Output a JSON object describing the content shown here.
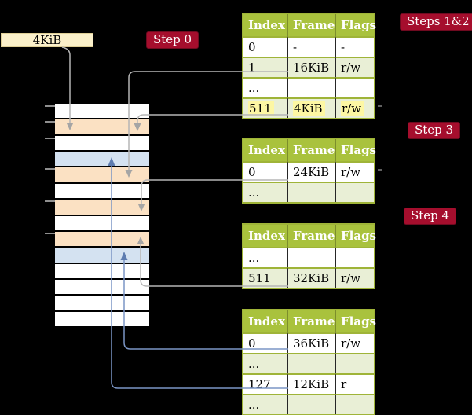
{
  "frame_size_label": "4KiB",
  "badges": {
    "step0": "Step 0",
    "steps_1_2": "Steps 1&2",
    "step3": "Step 3",
    "step4": "Step 4"
  },
  "memory": {
    "rows": [
      "plain",
      "pagetable",
      "plain",
      "mapped",
      "pagetable",
      "plain",
      "pagetable",
      "plain",
      "pagetable",
      "mapped",
      "plain",
      "plain",
      "plain",
      "plain"
    ]
  },
  "tables": [
    {
      "id": "root-page-table",
      "headers": [
        "Index",
        "Frame",
        "Flags"
      ],
      "rows": [
        [
          "0",
          "-",
          "-"
        ],
        [
          "1",
          "16KiB",
          "r/w"
        ],
        [
          "...",
          "",
          ""
        ],
        [
          "511",
          "4KiB",
          "r/w"
        ]
      ],
      "highlight_row": 3
    },
    {
      "id": "second-level-page-table",
      "headers": [
        "Index",
        "Frame",
        "Flags"
      ],
      "rows": [
        [
          "0",
          "24KiB",
          "r/w"
        ],
        [
          "...",
          "",
          ""
        ]
      ],
      "highlight_row": null
    },
    {
      "id": "third-level-page-table",
      "headers": [
        "Index",
        "Frame",
        "Flags"
      ],
      "rows": [
        [
          "...",
          "",
          ""
        ],
        [
          "511",
          "32KiB",
          "r/w"
        ]
      ],
      "highlight_row": null
    },
    {
      "id": "leaf-page-table",
      "headers": [
        "Index",
        "Frame",
        "Flags"
      ],
      "rows": [
        [
          "0",
          "36KiB",
          "r/w"
        ],
        [
          "...",
          "",
          ""
        ],
        [
          "127",
          "12KiB",
          "r"
        ],
        [
          "...",
          "",
          ""
        ]
      ],
      "highlight_row": null
    }
  ],
  "colors": {
    "badge_red": "#a50e2d",
    "table_header_green": "#a9c23d",
    "table_row_green": "#e9efd6",
    "table_border_olive": "#9fb438",
    "highlight_yellow": "#fdf7a3",
    "frame_pagetable_orange": "#fbe1c3",
    "frame_mapped_blue": "#d4e2f1",
    "frame_plain_white": "#ffffff",
    "connector_gray": "#b6b6b6",
    "connector_blue": "#7b95c5",
    "base_box_cream": "#fbf0ca"
  }
}
